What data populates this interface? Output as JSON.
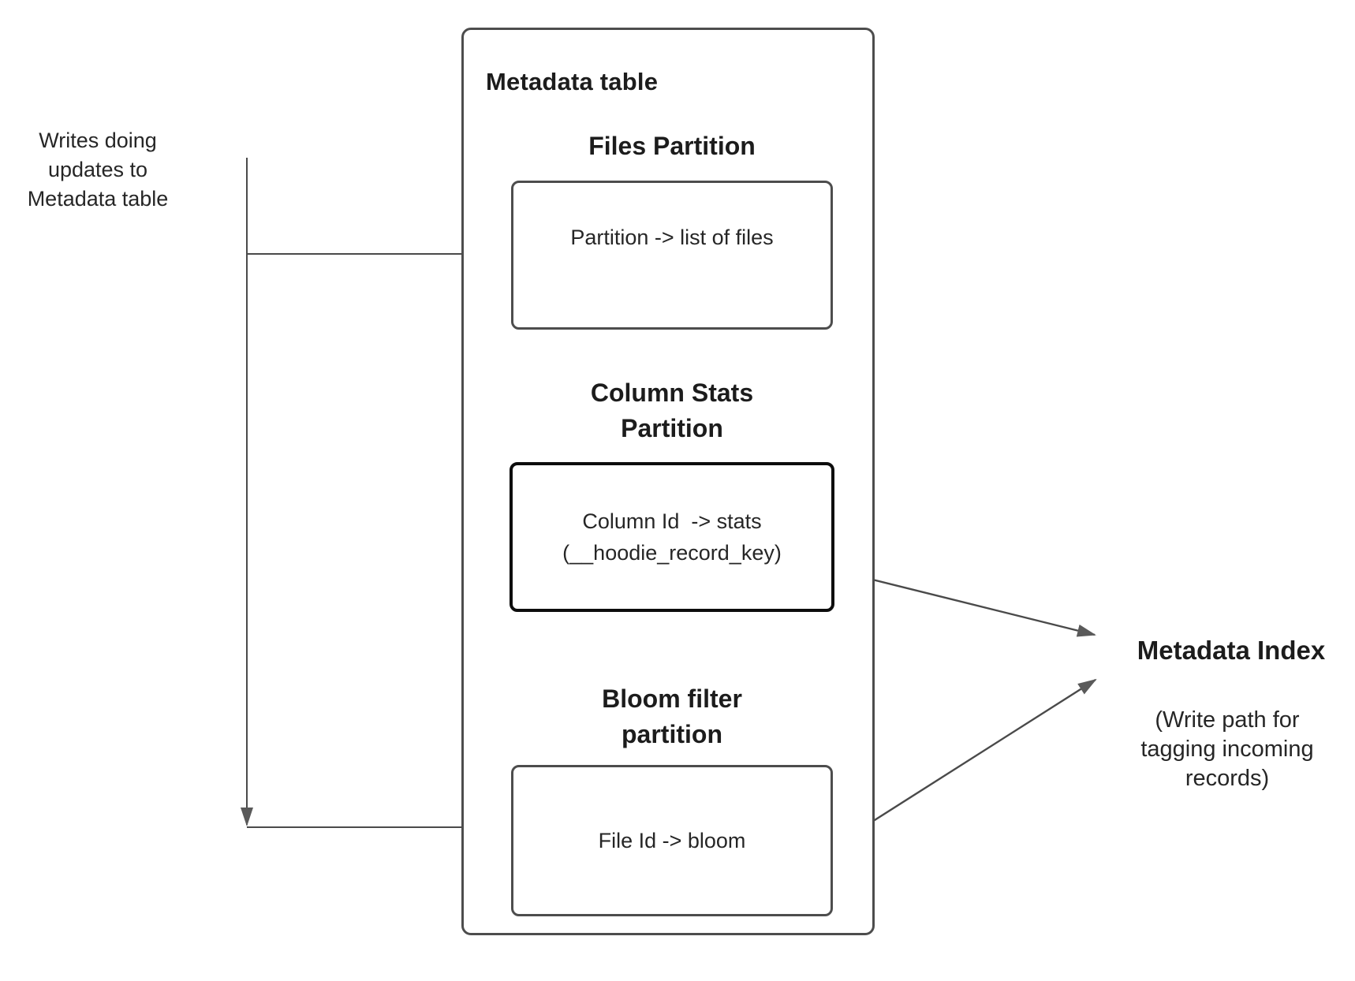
{
  "colors": {
    "connector": "#4a4a4a",
    "arrowhead": "#5a5a5a",
    "box_border": "#4d4d4d",
    "emphasis_box_border": "#0d0d0d",
    "heading_text": "#1c1c1c",
    "body_text": "#262626"
  },
  "left_note": {
    "text": "Writes doing\nupdates to\nMetadata table"
  },
  "metadata_table": {
    "title": "Metadata table",
    "files_partition": {
      "heading": "Files Partition",
      "box_text": "Partition -> list of files"
    },
    "column_stats_partition": {
      "heading": "Column Stats\nPartition",
      "box_text": "Column Id  -> stats\n(__hoodie_record_key)"
    },
    "bloom_filter_partition": {
      "heading": "Bloom filter\npartition",
      "box_text": "File Id -> bloom"
    }
  },
  "metadata_index": {
    "title": "Metadata Index",
    "note": "(Write path for\ntagging incoming\nrecords)"
  }
}
